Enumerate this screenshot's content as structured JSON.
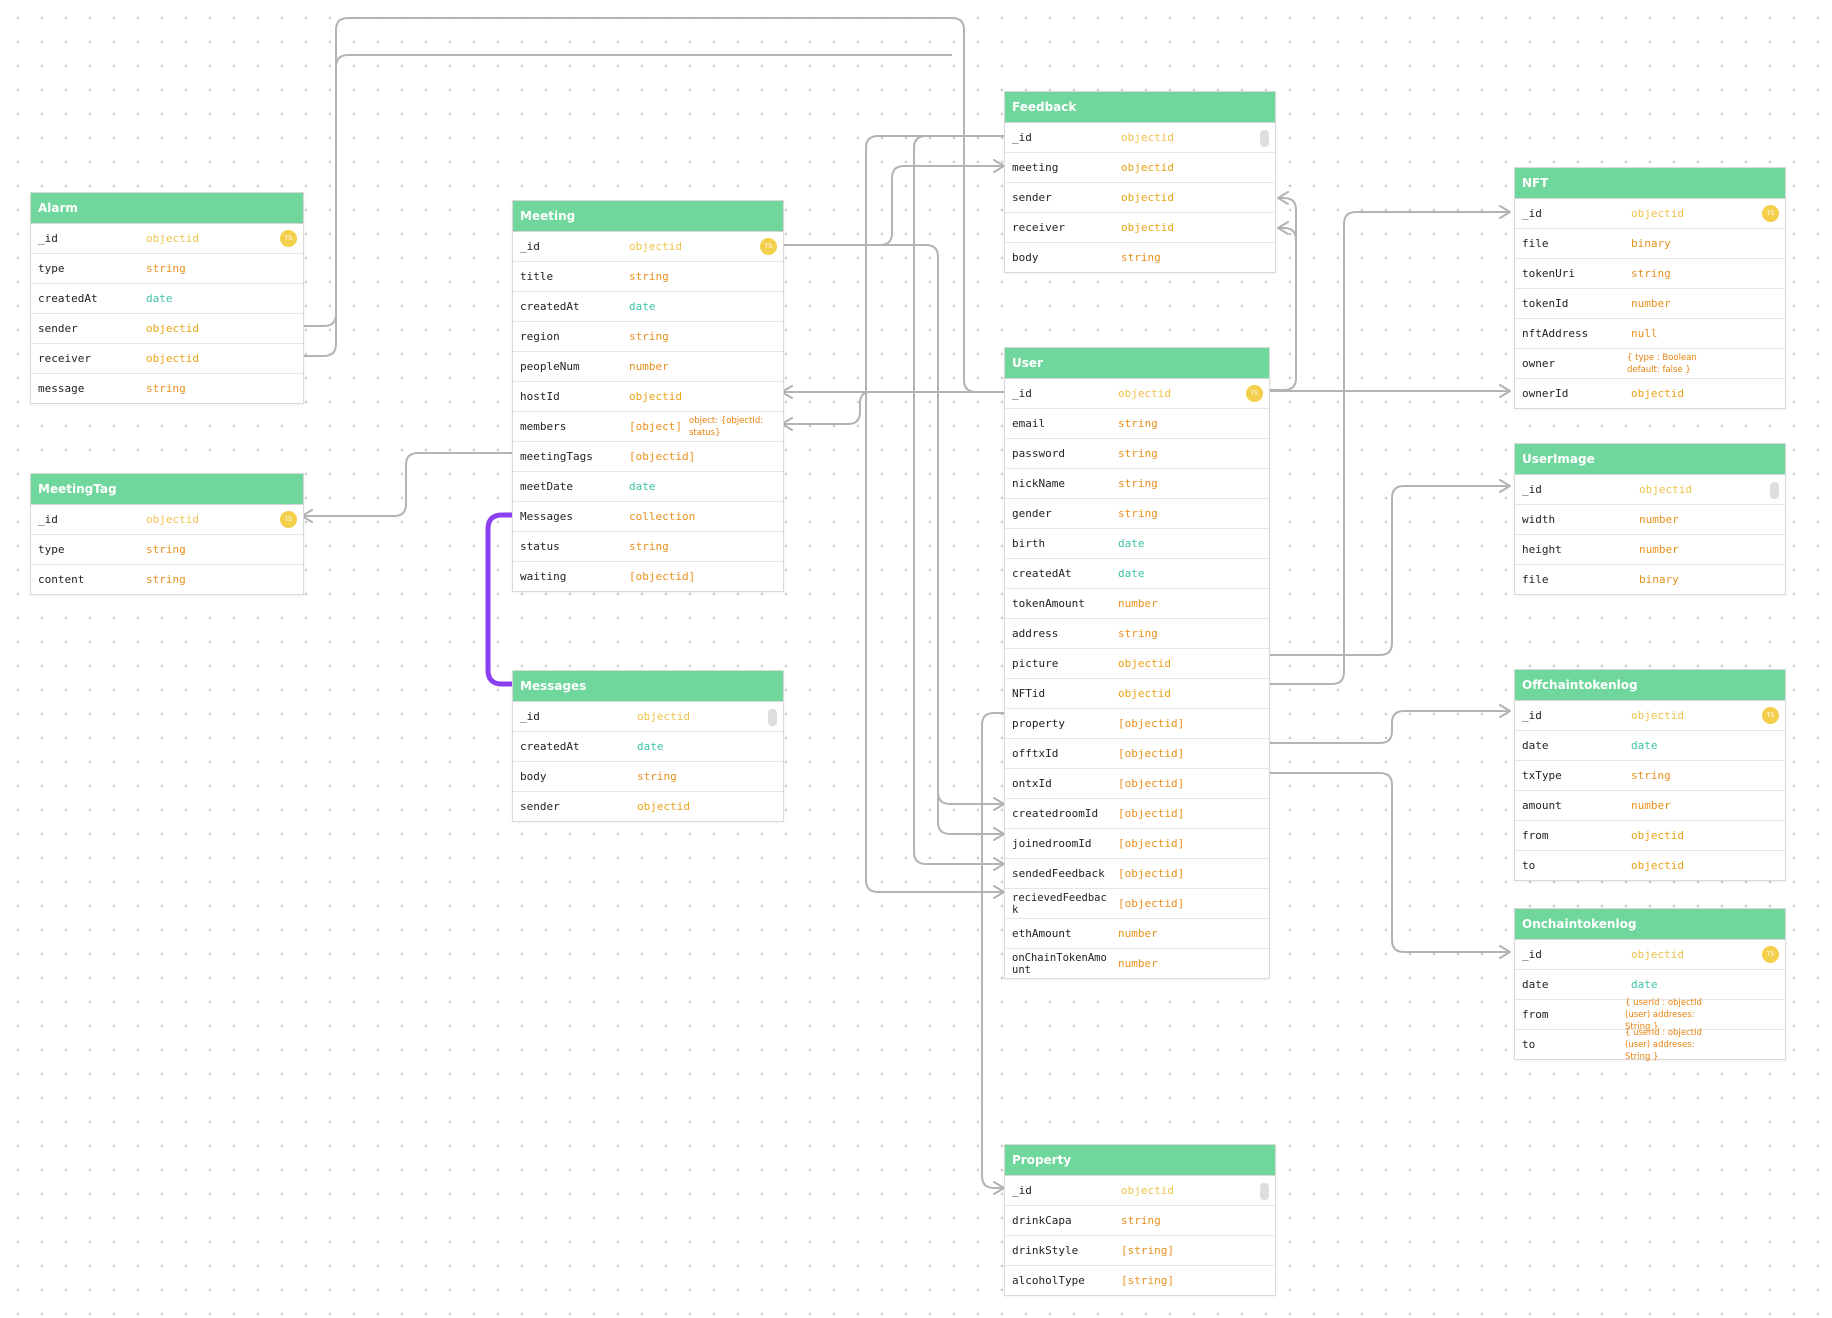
{
  "tables": {
    "alarm": {
      "title": "Alarm",
      "marker": "ts",
      "fields": [
        {
          "name": "_id",
          "type": "objectid"
        },
        {
          "name": "type",
          "type": "string"
        },
        {
          "name": "createdAt",
          "type": "date"
        },
        {
          "name": "sender",
          "type": "objectid"
        },
        {
          "name": "receiver",
          "type": "objectid"
        },
        {
          "name": "message",
          "type": "string"
        }
      ]
    },
    "meetingTag": {
      "title": "MeetingTag",
      "marker": "ts",
      "fields": [
        {
          "name": "_id",
          "type": "objectid"
        },
        {
          "name": "type",
          "type": "string"
        },
        {
          "name": "content",
          "type": "string"
        }
      ]
    },
    "meeting": {
      "title": "Meeting",
      "marker": "ts",
      "fields": [
        {
          "name": "_id",
          "type": "objectid"
        },
        {
          "name": "title",
          "type": "string"
        },
        {
          "name": "createdAt",
          "type": "date"
        },
        {
          "name": "region",
          "type": "string"
        },
        {
          "name": "peopleNum",
          "type": "number"
        },
        {
          "name": "hostId",
          "type": "objectid"
        },
        {
          "name": "members",
          "type": "[object]",
          "note": "object: {objectId: status}"
        },
        {
          "name": "meetingTags",
          "type": "[objectid]"
        },
        {
          "name": "meetDate",
          "type": "date"
        },
        {
          "name": "Messages",
          "type": "collection"
        },
        {
          "name": "status",
          "type": "string"
        },
        {
          "name": "waiting",
          "type": "[objectid]"
        }
      ]
    },
    "messages": {
      "title": "Messages",
      "marker": "scroll",
      "fields": [
        {
          "name": "_id",
          "type": "objectid"
        },
        {
          "name": "createdAt",
          "type": "date"
        },
        {
          "name": "body",
          "type": "string"
        },
        {
          "name": "sender",
          "type": "objectid"
        }
      ]
    },
    "feedback": {
      "title": "Feedback",
      "marker": "scroll",
      "fields": [
        {
          "name": "_id",
          "type": "objectid"
        },
        {
          "name": "meeting",
          "type": "objectid"
        },
        {
          "name": "sender",
          "type": "objectid"
        },
        {
          "name": "receiver",
          "type": "objectid"
        },
        {
          "name": "body",
          "type": "string"
        }
      ]
    },
    "user": {
      "title": "User",
      "marker": "ts",
      "fields": [
        {
          "name": "_id",
          "type": "objectid"
        },
        {
          "name": "email",
          "type": "string"
        },
        {
          "name": "password",
          "type": "string"
        },
        {
          "name": "nickName",
          "type": "string"
        },
        {
          "name": "gender",
          "type": "string"
        },
        {
          "name": "birth",
          "type": "date"
        },
        {
          "name": "createdAt",
          "type": "date"
        },
        {
          "name": "tokenAmount",
          "type": "number"
        },
        {
          "name": "address",
          "type": "string"
        },
        {
          "name": "picture",
          "type": "objectid"
        },
        {
          "name": "NFTid",
          "type": "objectid"
        },
        {
          "name": "property",
          "type": "[objectid]"
        },
        {
          "name": "offtxId",
          "type": "[objectid]"
        },
        {
          "name": "ontxId",
          "type": "[objectid]"
        },
        {
          "name": "createdroomId",
          "type": "[objectid]"
        },
        {
          "name": "joinedroomId",
          "type": "[objectid]"
        },
        {
          "name": "sendedFeedback",
          "type": "[objectid]"
        },
        {
          "name": "recievedFeedback",
          "type": "[objectid]"
        },
        {
          "name": "ethAmount",
          "type": "number"
        },
        {
          "name": "onChainTokenAmount",
          "type": "number"
        }
      ]
    },
    "property": {
      "title": "Property",
      "marker": "scroll",
      "fields": [
        {
          "name": "_id",
          "type": "objectid"
        },
        {
          "name": "drinkCapa",
          "type": "string"
        },
        {
          "name": "drinkStyle",
          "type": "[string]"
        },
        {
          "name": "alcoholType",
          "type": "[string]"
        }
      ]
    },
    "nft": {
      "title": "NFT",
      "marker": "ts",
      "fields": [
        {
          "name": "_id",
          "type": "objectid"
        },
        {
          "name": "file",
          "type": "binary"
        },
        {
          "name": "tokenUri",
          "type": "string"
        },
        {
          "name": "tokenId",
          "type": "number"
        },
        {
          "name": "nftAddress",
          "type": "null"
        },
        {
          "name": "owner",
          "type": "",
          "note": "{ type : Boolean default: false }"
        },
        {
          "name": "ownerId",
          "type": "objectid"
        }
      ]
    },
    "userImage": {
      "title": "UserImage",
      "marker": "scroll",
      "fields": [
        {
          "name": "_id",
          "type": "objectid"
        },
        {
          "name": "width",
          "type": "number"
        },
        {
          "name": "height",
          "type": "number"
        },
        {
          "name": "file",
          "type": "binary"
        }
      ]
    },
    "offchain": {
      "title": "Offchaintokenlog",
      "marker": "ts",
      "fields": [
        {
          "name": "_id",
          "type": "objectid"
        },
        {
          "name": "date",
          "type": "date"
        },
        {
          "name": "txType",
          "type": "string"
        },
        {
          "name": "amount",
          "type": "number"
        },
        {
          "name": "from",
          "type": "objectid"
        },
        {
          "name": "to",
          "type": "objectid"
        }
      ]
    },
    "onchain": {
      "title": "Onchaintokenlog",
      "marker": "ts",
      "fields": [
        {
          "name": "_id",
          "type": "objectid"
        },
        {
          "name": "date",
          "type": "date"
        },
        {
          "name": "from",
          "type": "",
          "note": "{ userId : objectId (user) addreses: String }"
        },
        {
          "name": "to",
          "type": "",
          "note": "{ userId : objectId (user) addreses: String }"
        }
      ]
    }
  },
  "marker_text": "TS",
  "colors": {
    "header": "#6fd69c",
    "connector": "#b3b3b3",
    "highlight": "#8a3ff0"
  }
}
